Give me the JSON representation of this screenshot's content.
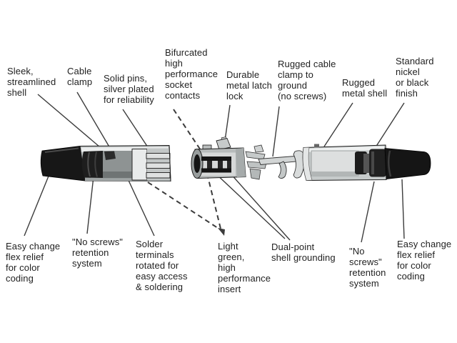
{
  "diagram": {
    "subject": "XLR cable connectors exploded callout diagram",
    "colors": {
      "background": "#ffffff",
      "ink": "#3c3c3c",
      "boot_black": "#171717",
      "shell_gray": "#c7cbcb",
      "highlight_white": "#efefef"
    }
  },
  "labels": {
    "top": [
      {
        "id": "sleek-shell",
        "text": "Sleek,\nstreamlined\nshell"
      },
      {
        "id": "cable-clamp",
        "text": "Cable\nclamp"
      },
      {
        "id": "solid-pins",
        "text": "Solid pins,\nsilver plated\nfor reliability"
      },
      {
        "id": "bifurcated-contacts",
        "text": "Bifurcated\nhigh\nperformance\nsocket\ncontacts"
      },
      {
        "id": "metal-latch-lock",
        "text": "Durable\nmetal latch\nlock"
      },
      {
        "id": "cable-clamp-ground",
        "text": "Rugged cable\nclamp to\nground\n(no screws)"
      },
      {
        "id": "rugged-metal-shell",
        "text": "Rugged\nmetal shell"
      },
      {
        "id": "standard-finish",
        "text": "Standard\nnickel\nor black\nfinish"
      }
    ],
    "bottom": [
      {
        "id": "flex-relief-left",
        "text": "Easy change\nflex relief\nfor color\ncoding"
      },
      {
        "id": "retention-left",
        "text": "\"No screws\"\nretention\nsystem"
      },
      {
        "id": "solder-terminals",
        "text": "Solder\nterminals\nrotated for\neasy access\n& soldering"
      },
      {
        "id": "performance-insert",
        "text": "Light\ngreen,\nhigh\nperformance\ninsert"
      },
      {
        "id": "shell-grounding",
        "text": "Dual-point\nshell grounding"
      },
      {
        "id": "retention-right",
        "text": "\"No\nscrews\"\nretention\nsystem"
      },
      {
        "id": "flex-relief-right",
        "text": "Easy change\nflex relief\nfor color\ncoding"
      }
    ]
  }
}
